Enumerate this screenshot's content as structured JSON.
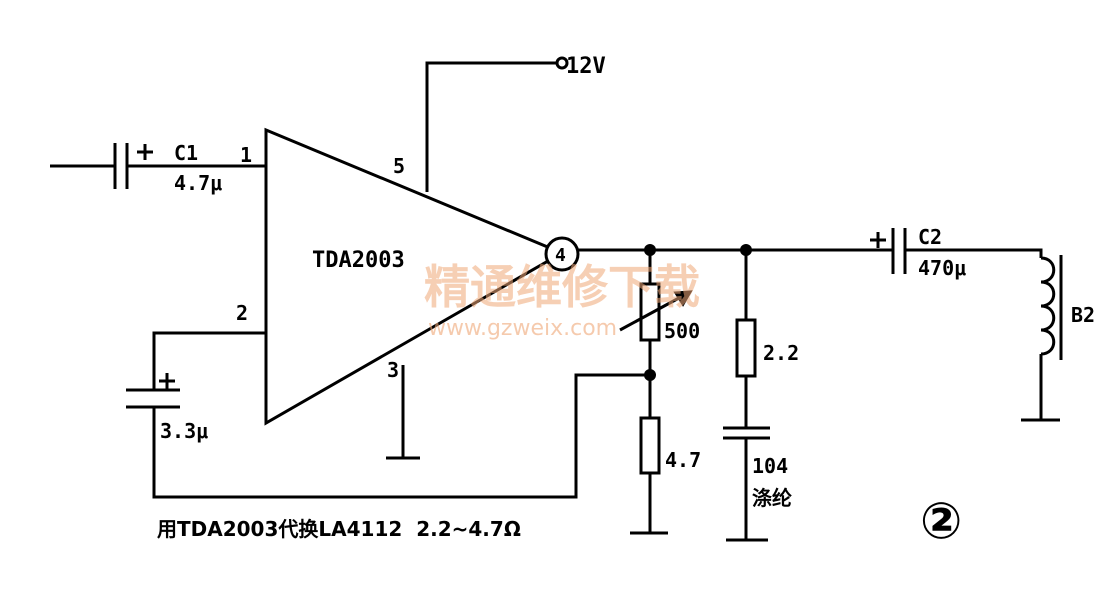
{
  "supply_label": "12V",
  "ic_name": "TDA2003",
  "pins": {
    "p1": "1",
    "p2": "2",
    "p3": "3",
    "p4": "4",
    "p5": "5"
  },
  "c1": {
    "name": "C1",
    "value": "4.7μ"
  },
  "c_fb": {
    "value": "3.3μ"
  },
  "c2": {
    "name": "C2",
    "value": "470μ"
  },
  "pot": {
    "value": "500"
  },
  "r_fb": {
    "value": "4.7"
  },
  "r_zobel": {
    "value": "2.2"
  },
  "c_zobel": {
    "value": "104",
    "type": "涤纶"
  },
  "speaker": {
    "name": "B2"
  },
  "caption": "用TDA2003代换LA4112  2.2~4.7Ω",
  "figure_number": "②",
  "watermark": {
    "text": "精通维修下载",
    "url": "www.gzweix.com"
  },
  "colors": {
    "line": "#000000",
    "watermark": "#f0a878"
  }
}
